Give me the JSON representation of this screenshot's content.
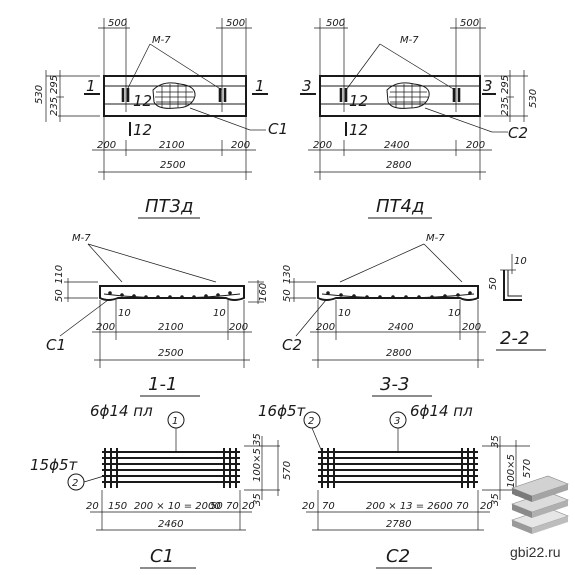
{
  "colors": {
    "ink": "#1a1a1a",
    "background": "#ffffff",
    "watermark": "#333333"
  },
  "watermark": {
    "text": "gbi22.ru",
    "icon": "stacked-slabs-icon"
  },
  "pt3": {
    "title": "ПТ3д",
    "dim_500_left": "500",
    "dim_500_right": "500",
    "mark_m7": "М-7",
    "dim_530": "530",
    "dim_295_top": "295",
    "dim_235": "235",
    "sec_left": "1",
    "sec_right": "1",
    "sec_12a": "12",
    "sec_12b": "12",
    "mark_c": "С1",
    "dim_200_left": "200",
    "dim_200_right": "200",
    "dim_inner": "2100",
    "dim_total": "2500"
  },
  "pt4": {
    "title": "ПТ4д",
    "dim_500_left": "500",
    "dim_500_right": "500",
    "mark_m7": "М-7",
    "dim_530": "530",
    "dim_295_top": "295",
    "dim_235": "235",
    "sec_left": "3",
    "sec_right": "3",
    "sec_12a": "12",
    "sec_12b": "12",
    "mark_c": "С2",
    "dim_200_left": "200",
    "dim_200_right": "200",
    "dim_inner": "2400",
    "dim_total": "2800"
  },
  "s11": {
    "title": "1-1",
    "mark_m7": "М-7",
    "dim_50": "50",
    "dim_110": "110",
    "dim_160": "160",
    "dim_10_left": "10",
    "dim_10_right": "10",
    "mark_c": "С1",
    "dim_200_left": "200",
    "dim_200_right": "200",
    "dim_inner": "2100",
    "dim_total": "2500"
  },
  "s33": {
    "title": "3-3",
    "mark_m7": "М-7",
    "dim_50": "50",
    "dim_130": "130",
    "dim_10_left": "10",
    "dim_10_right": "10",
    "mark_c": "С2",
    "dim_200_left": "200",
    "dim_200_right": "200",
    "dim_inner": "2400",
    "dim_total": "2800"
  },
  "s22": {
    "title": "2-2",
    "dim_10": "10",
    "dim_50": "50"
  },
  "c1": {
    "title": "С1",
    "bar_label": "6ϕ14 пл",
    "bar_pos": "1",
    "stirrup_label": "15ϕ5т",
    "stirrup_pos": "2",
    "dim_35_top": "35",
    "dim_100x5": "100×5",
    "dim_570": "570",
    "dim_35_bottom": "35",
    "dim_20_left": "20",
    "dim_150_left": "150",
    "dim_mid": "200 × 10 = 2000",
    "dim_50_right": "50",
    "dim_70_right": "70",
    "dim_20_right": "20",
    "dim_total": "2460"
  },
  "c2": {
    "title": "С2",
    "bar_label": "6ϕ14 пл",
    "bar_pos": "3",
    "stirrup_label": "16ϕ5т",
    "stirrup_pos": "2",
    "dim_35_top": "35",
    "dim_570": "570",
    "dim_100x5": "100×5",
    "dim_35_bottom": "35",
    "dim_20_left": "20",
    "dim_70_left": "70",
    "dim_mid": "200 × 13 = 2600",
    "dim_70_right": "70",
    "dim_20_right": "20",
    "dim_total": "2780"
  }
}
